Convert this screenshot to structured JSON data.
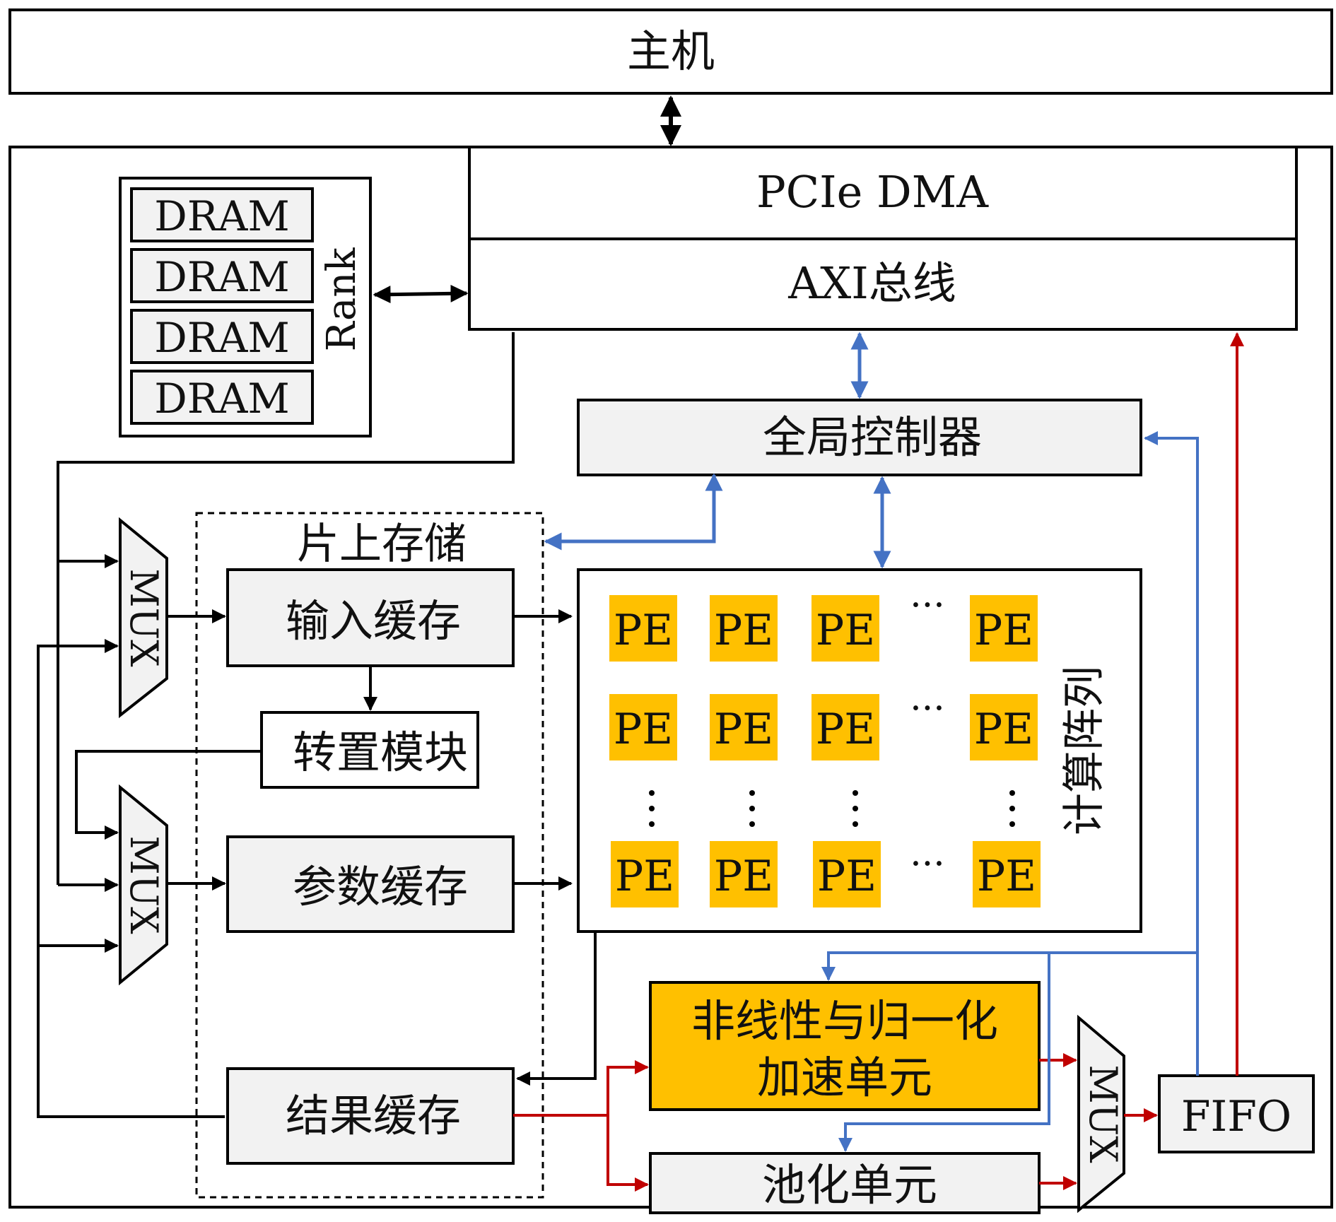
{
  "labels": {
    "host": "主机",
    "pcie": "PCIe DMA",
    "axi": "AXI总线",
    "dram": [
      "DRAM",
      "DRAM",
      "DRAM",
      "DRAM"
    ],
    "rank": "Rank",
    "global_ctrl": "全局控制器",
    "onchip": "片上存储",
    "input_buf": "输入缓存",
    "transpose": "转置模块",
    "param_buf": "参数缓存",
    "result_buf": "结果缓存",
    "mux": "MUX",
    "array_label": "计算阵列",
    "pe": "PE",
    "hdots": "···",
    "nonlinear_line1": "非线性与归一化",
    "nonlinear_line2": "加速单元",
    "pool": "池化单元",
    "fifo": "FIFO"
  },
  "colors": {
    "block_fill": "#f2f2f2",
    "pe_fill": "#ffc000",
    "blue_arrow": "#4472c4",
    "red_arrow": "#c00000",
    "black": "#000000"
  }
}
